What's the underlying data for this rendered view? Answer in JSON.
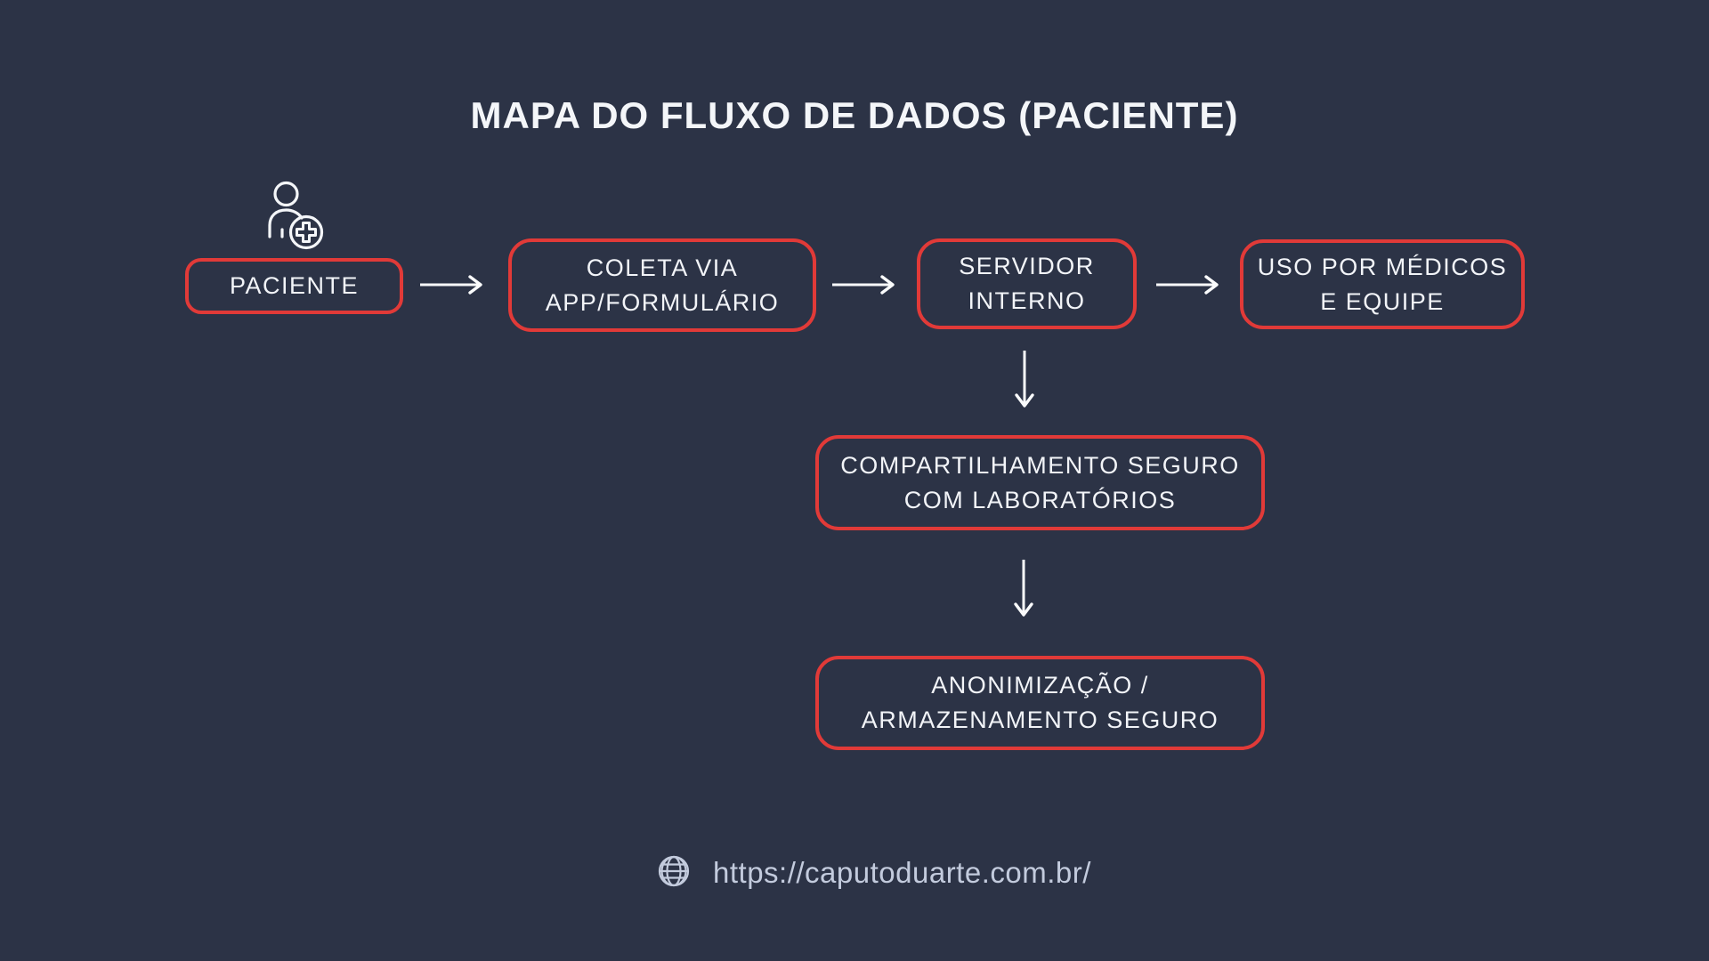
{
  "title": "MAPA DO FLUXO DE DADOS (PACIENTE)",
  "colors": {
    "background": "#2c3346",
    "node_border": "#e13a38",
    "node_text": "#f2f4f8",
    "arrow": "#fafbfc",
    "footer_text": "#c3cbdd"
  },
  "diagram": {
    "nodes": {
      "paciente": {
        "label": "PACIENTE",
        "lines": [
          "PACIENTE"
        ],
        "icon": "patient-with-medical-cross-icon"
      },
      "coleta": {
        "label": "COLETA VIA APP/FORMULÁRIO",
        "lines": [
          "COLETA VIA",
          "APP/FORMULÁRIO"
        ]
      },
      "servidor": {
        "label": "SERVIDOR INTERNO",
        "lines": [
          "SERVIDOR",
          "INTERNO"
        ]
      },
      "uso": {
        "label": "USO POR MÉDICOS E EQUIPE",
        "lines": [
          "USO POR MÉDICOS",
          "E EQUIPE"
        ]
      },
      "compartilhamento": {
        "label": "COMPARTILHAMENTO SEGURO COM LABORATÓRIOS",
        "lines": [
          "COMPARTILHAMENTO SEGURO",
          "COM LABORATÓRIOS"
        ]
      },
      "anonimizacao": {
        "label": "ANONIMIZAÇÃO / ARMAZENAMENTO SEGURO",
        "lines": [
          "ANONIMIZAÇÃO /",
          "ARMAZENAMENTO SEGURO"
        ]
      }
    },
    "edges": [
      {
        "from": "paciente",
        "to": "coleta",
        "direction": "right"
      },
      {
        "from": "coleta",
        "to": "servidor",
        "direction": "right"
      },
      {
        "from": "servidor",
        "to": "uso",
        "direction": "right"
      },
      {
        "from": "servidor",
        "to": "compartilhamento",
        "direction": "down"
      },
      {
        "from": "compartilhamento",
        "to": "anonimizacao",
        "direction": "down"
      }
    ]
  },
  "footer": {
    "url": "https://caputoduarte.com.br/",
    "icon": "globe-icon"
  }
}
